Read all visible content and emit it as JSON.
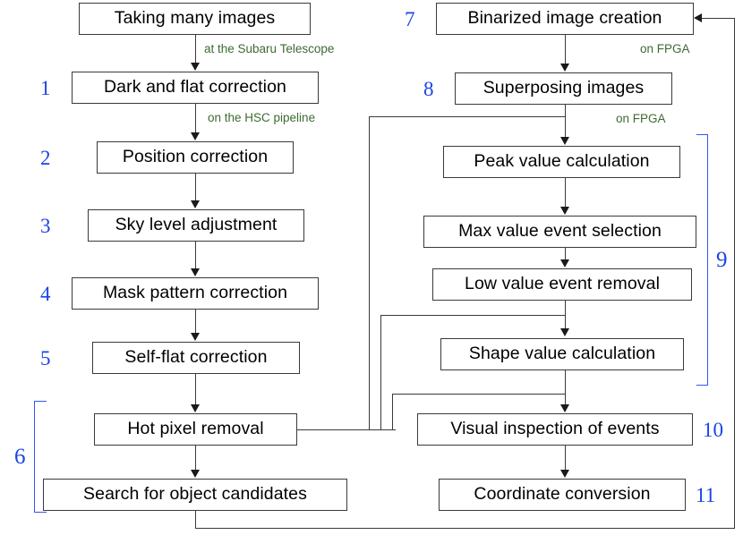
{
  "diagram": {
    "title": "Image processing pipeline flowchart",
    "colors": {
      "box_border": "#3a3a3a",
      "text": "#000000",
      "step_number": "#1b43e8",
      "note": "#3d6b33",
      "bracket": "#3355ee",
      "background": "#ffffff"
    }
  },
  "left_column": {
    "nodes": [
      {
        "id": "taking-many-images",
        "label": "Taking many images"
      },
      {
        "id": "dark-and-flat-correction",
        "label": "Dark and flat correction"
      },
      {
        "id": "position-correction",
        "label": "Position correction"
      },
      {
        "id": "sky-level-adjustment",
        "label": "Sky level adjustment"
      },
      {
        "id": "mask-pattern-correction",
        "label": "Mask pattern correction"
      },
      {
        "id": "self-flat-correction",
        "label": "Self-flat correction"
      },
      {
        "id": "hot-pixel-removal",
        "label": "Hot pixel removal"
      },
      {
        "id": "search-for-object-candidates",
        "label": "Search for object candidates"
      }
    ],
    "step_numbers": [
      "1",
      "2",
      "3",
      "4",
      "5"
    ],
    "notes": [
      {
        "id": "note-subaru",
        "text": "at the Subaru Telescope"
      },
      {
        "id": "note-hsc",
        "text": "on the HSC pipeline"
      }
    ],
    "group": {
      "id": "group-6",
      "number": "6"
    }
  },
  "right_column": {
    "nodes": [
      {
        "id": "binarized-image-creation",
        "label": "Binarized image creation"
      },
      {
        "id": "superposing-images",
        "label": "Superposing images"
      },
      {
        "id": "peak-value-calculation",
        "label": "Peak value calculation"
      },
      {
        "id": "max-value-event-selection",
        "label": "Max value event selection"
      },
      {
        "id": "low-value-event-removal",
        "label": "Low value event removal"
      },
      {
        "id": "shape-value-calculation",
        "label": "Shape value calculation"
      },
      {
        "id": "visual-inspection-of-events",
        "label": "Visual inspection of events"
      },
      {
        "id": "coordinate-conversion",
        "label": "Coordinate conversion"
      }
    ],
    "step_numbers": {
      "binarized": "7",
      "superposing": "8",
      "visual_inspection": "10",
      "coordinate_conversion": "11"
    },
    "notes": [
      {
        "id": "note-fpga-1",
        "text": "on FPGA"
      },
      {
        "id": "note-fpga-2",
        "text": "on FPGA"
      }
    ],
    "group": {
      "id": "group-9",
      "number": "9"
    }
  }
}
